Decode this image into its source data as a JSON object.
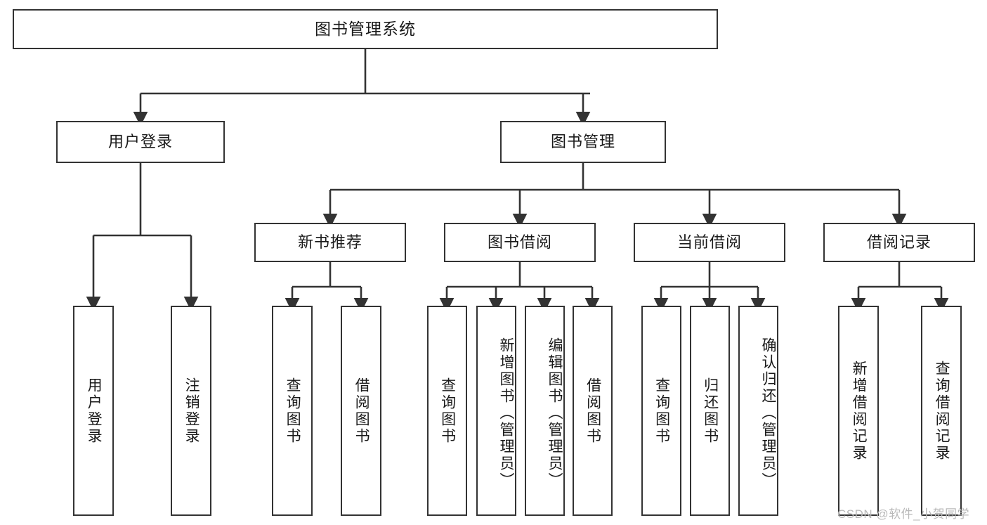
{
  "diagram": {
    "title": "图书管理系统",
    "type": "tree-hierarchy",
    "levels": 4,
    "colors": {
      "box_border": "#333333",
      "box_fill": "#ffffff",
      "connector": "#333333",
      "background": "#ffffff",
      "watermark": "#b9b9b9"
    },
    "nodes": {
      "root": {
        "label": "图书管理系统"
      },
      "level2": [
        {
          "label": "用户登录"
        },
        {
          "label": "图书管理"
        }
      ],
      "level3": [
        {
          "label": "新书推荐"
        },
        {
          "label": "图书借阅"
        },
        {
          "label": "当前借阅"
        },
        {
          "label": "借阅记录"
        }
      ],
      "leaves_user_login": [
        {
          "label": "用户登录"
        },
        {
          "label": "注销登录"
        }
      ],
      "leaves_new_books": [
        {
          "label": "查询图书"
        },
        {
          "label": "借阅图书"
        }
      ],
      "leaves_borrow": [
        {
          "label": "查询图书"
        },
        {
          "label": "新增图书（管理员）"
        },
        {
          "label": "编辑图书（管理员）"
        },
        {
          "label": "借阅图书"
        }
      ],
      "leaves_current": [
        {
          "label": "查询图书"
        },
        {
          "label": "归还图书"
        },
        {
          "label": "确认归还（管理员）"
        }
      ],
      "leaves_records": [
        {
          "label": "新增借阅记录"
        },
        {
          "label": "查询借阅记录"
        }
      ]
    },
    "watermark": "CSDN @软件_小贺同学"
  }
}
